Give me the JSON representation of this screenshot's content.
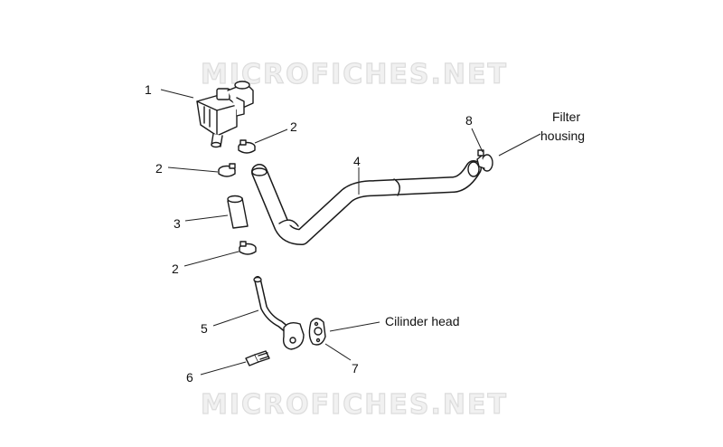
{
  "watermark": {
    "top_text": "MICROFICHES.NET",
    "bottom_text": "MICROFICHES.NET"
  },
  "callouts": [
    {
      "id": "1",
      "label": "1"
    },
    {
      "id": "2a",
      "label": "2"
    },
    {
      "id": "2b",
      "label": "2"
    },
    {
      "id": "2c",
      "label": "2"
    },
    {
      "id": "3",
      "label": "3"
    },
    {
      "id": "4",
      "label": "4"
    },
    {
      "id": "5",
      "label": "5"
    },
    {
      "id": "6",
      "label": "6"
    },
    {
      "id": "7",
      "label": "7"
    },
    {
      "id": "8",
      "label": "8"
    }
  ],
  "labels": {
    "filter_line1": "Filter",
    "filter_line2": "housing",
    "cylinder_head": "Cilinder head"
  }
}
